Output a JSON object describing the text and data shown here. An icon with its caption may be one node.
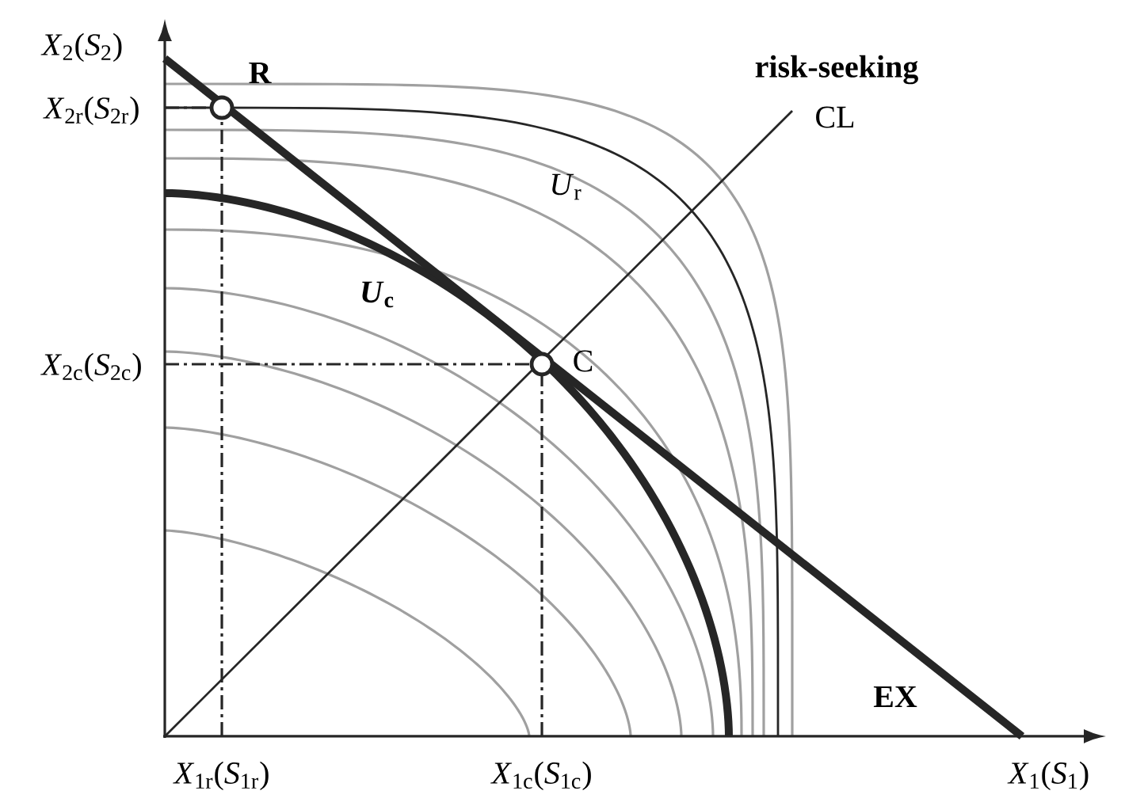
{
  "diagram": {
    "labels": [
      "*X*$_{2}$(*S*$_{2}$)",
      "R",
      "*X*$_{2r}$(*S*$_{2r}$)",
      "risk-seeking",
      "CL",
      "*U*$_{r}$",
      "*U*$_{c}$",
      "*X*$_{2c}$(*S*$_{2c}$)",
      "C",
      "EX",
      "*X*$_{1r}$(*S*$_{1r}$)",
      "*X*$_{1c}$(*S*$_{1c}$)",
      "*X*$_{1}$(*S*$_{1}$)"
    ]
  }
}
